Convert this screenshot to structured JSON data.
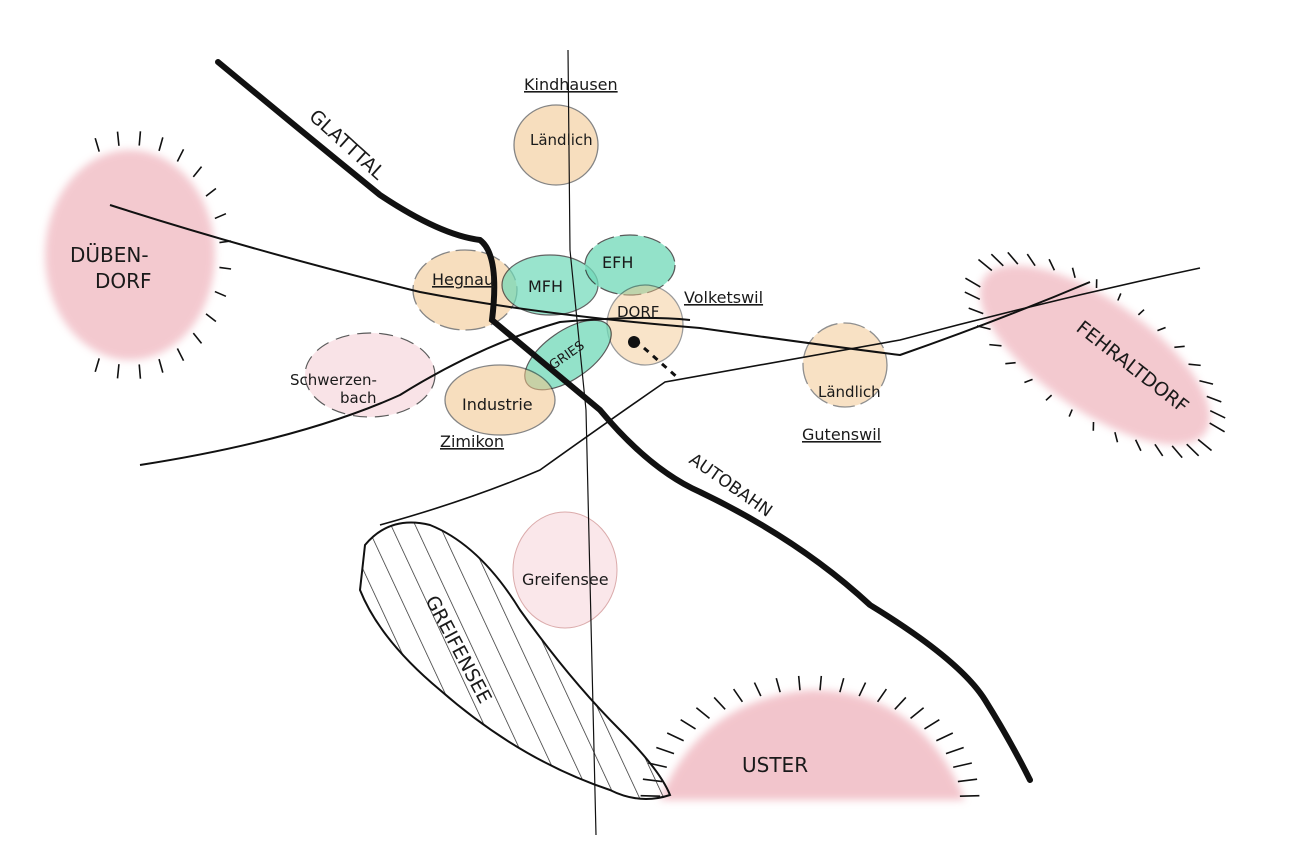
{
  "title": "Sketch map Volketswil region",
  "colors": {
    "town_pink": "#f0b7c0",
    "rural_orange": "#f2c48a",
    "housing_teal": "#6fd9b8",
    "ink": "#111111"
  },
  "labels": {
    "glatttal": "GLATTTAL",
    "autobahn": "AUTOBAHN",
    "duebendorf_1": "DÜBEN-",
    "duebendorf_2": "DORF",
    "fehraltorf": "FEHRALTDORF",
    "uster": "USTER",
    "greifensee_lake": "GREIFENSEE",
    "greifensee_town": "Greifensee",
    "kindhausen": "Kindhausen",
    "kindhausen_type": "Ländlich",
    "hegnau": "Hegnau",
    "mfh": "MFH",
    "efh": "EFH",
    "dorf": "DORF",
    "volketswil": "Volketswil",
    "gries": "GRIES",
    "schwerzenbach_1": "Schwerzen-",
    "schwerzenbach_2": "bach",
    "industrie": "Industrie",
    "zimikon": "Zimikon",
    "gutenswil_type": "Ländlich",
    "gutenswil": "Gutenswil"
  }
}
